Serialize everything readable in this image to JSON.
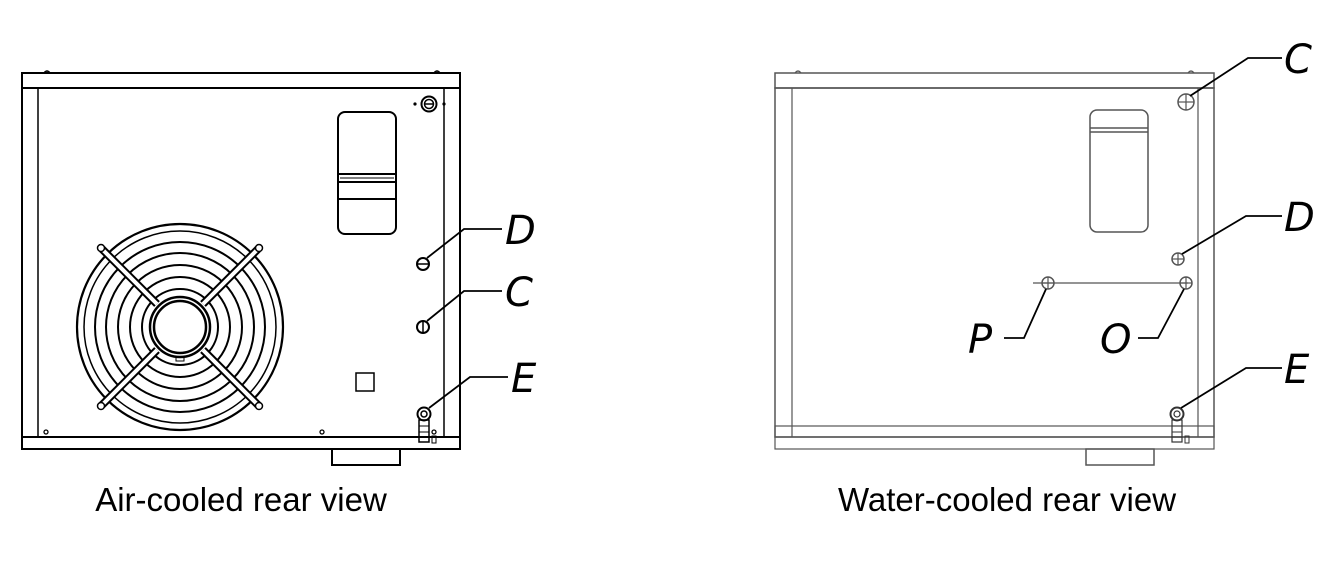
{
  "views": {
    "air": {
      "caption": "Air-cooled rear view",
      "callouts": {
        "d": "D",
        "c": "C",
        "e": "E"
      }
    },
    "water": {
      "caption": "Water-cooled rear view",
      "callouts": {
        "c": "C",
        "d": "D",
        "p": "P",
        "o": "O",
        "e": "E"
      }
    }
  },
  "colors": {
    "air_lines": "#000000",
    "water_lines": "#555555"
  }
}
